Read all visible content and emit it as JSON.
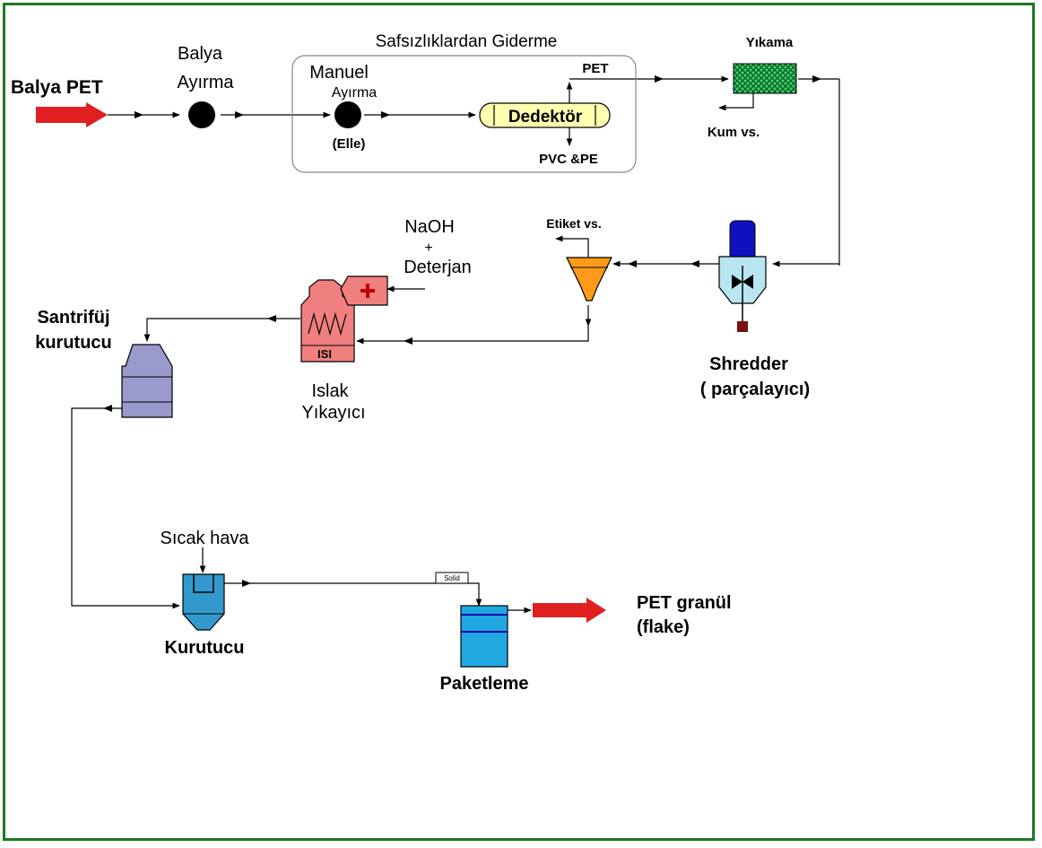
{
  "colors": {
    "frame": "#1e7a1e",
    "arrow_red": "#e02020",
    "wash_green": "#33cc66",
    "detector_fill": "#ffffb0",
    "hopper_orange": "#ff9a1a",
    "shredder_blue": "#1010c0",
    "shredder_body": "#b8e6f0",
    "heater_red": "#f08080",
    "centrifuge_purple": "#9999cc",
    "dryer_blue": "#3399cc",
    "package_blue": "#22a8e0"
  },
  "labels": {
    "balya_pet": "Balya PET",
    "balya_ayirma_1": "Balya",
    "balya_ayirma_2": "Ayırma",
    "group_title": "Safsızlıklardan Giderme",
    "manuel": "Manuel",
    "manuel_ayirma": "Ayırma",
    "elle": "(Elle)",
    "dedektor": "Dedektör",
    "pet": "PET",
    "pvc_pe": "PVC &PE",
    "yikama": "Yıkama",
    "kum": "Kum vs.",
    "etiket": "Etiket vs.",
    "naoh": "NaOH",
    "plus": "+",
    "deterjan": "Deterjan",
    "isi": "ISI",
    "islak_1": "Islak",
    "islak_2": "Yıkayıcı",
    "santrifuj_1": "Santrifüj",
    "santrifuj_2": "kurutucu",
    "shredder_1": "Shredder",
    "shredder_2": "( parçalayıcı)",
    "sicak_hava": "Sıcak hava",
    "kurutucu": "Kurutucu",
    "solid": "Solid",
    "paketleme": "Paketleme",
    "pet_granul_1": "PET granül",
    "pet_granul_2": "(flake)"
  },
  "icons": [
    "input-arrow-icon",
    "balya-ayirma-node-icon",
    "manuel-ayirma-node-icon",
    "dedektor-icon",
    "yikama-icon",
    "shredder-icon",
    "hopper-icon",
    "heater-icon",
    "centrifuge-icon",
    "dryer-icon",
    "package-icon",
    "output-arrow-icon"
  ]
}
